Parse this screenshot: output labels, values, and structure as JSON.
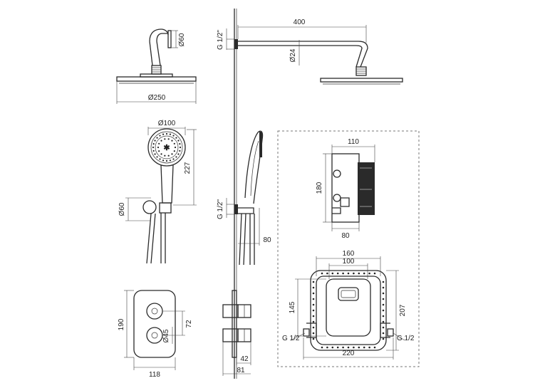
{
  "dimensions": {
    "d60_top": "Ø60",
    "d250": "Ø250",
    "g_top": "G 1/2\"",
    "w400": "400",
    "d24": "Ø24",
    "d100": "Ø100",
    "h227": "227",
    "d60_mid": "Ø60",
    "g_mid": "G 1/2\"",
    "w80_hand": "80",
    "w110": "110",
    "h180": "180",
    "w80_box": "80",
    "w160": "160",
    "w100": "100",
    "h145": "145",
    "h207": "207",
    "g_left": "G 1/2",
    "g_right": "G 1/2",
    "w220": "220",
    "h190": "190",
    "h72": "72",
    "d45": "Ø45",
    "w118": "118",
    "w42": "42",
    "w81": "81"
  }
}
